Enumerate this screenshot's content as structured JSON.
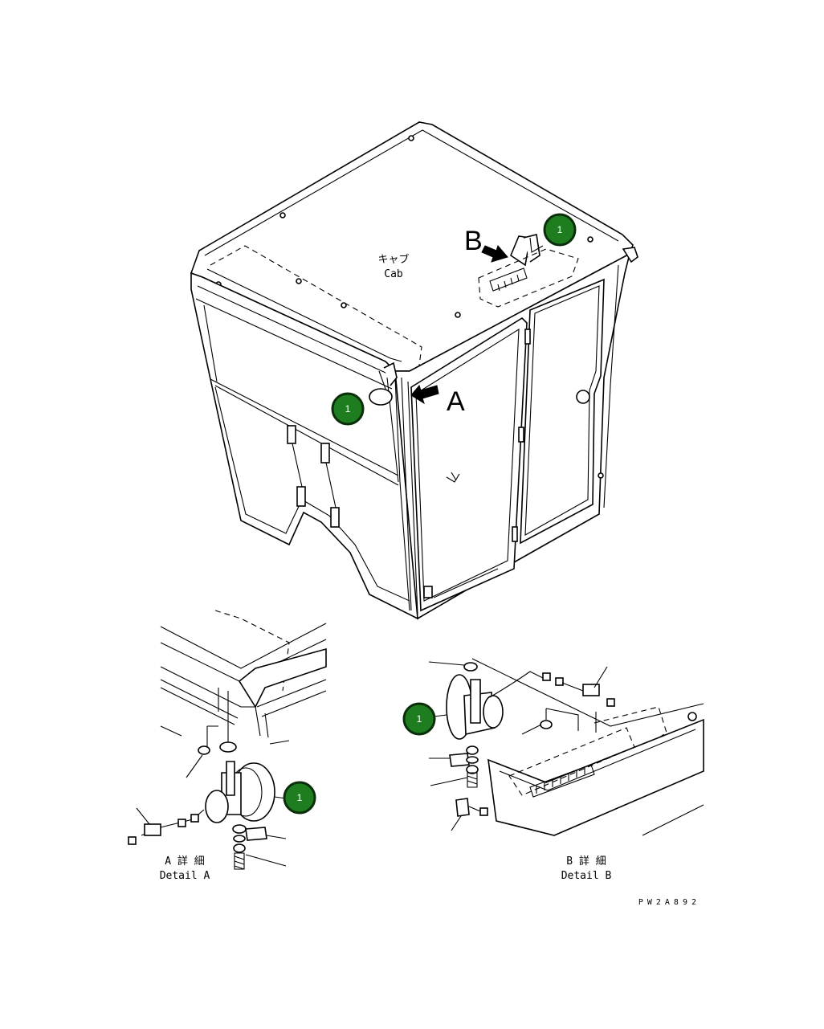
{
  "diagram": {
    "labels": {
      "cab_jp": "キャブ",
      "cab_en": "Cab",
      "view_a": "A",
      "view_b": "B",
      "detail_a_jp": "A 詳 細",
      "detail_a_en": "Detail A",
      "detail_b_jp": "B 詳 細",
      "detail_b_en": "Detail B",
      "drawing_code": "PW2A892"
    },
    "callouts": [
      {
        "number": "1"
      },
      {
        "number": "1"
      },
      {
        "number": "1"
      },
      {
        "number": "1"
      }
    ],
    "colors": {
      "callout_fill": "#1e7d1e",
      "callout_border": "#0a2e0a",
      "line": "#000000",
      "background": "#ffffff"
    }
  }
}
